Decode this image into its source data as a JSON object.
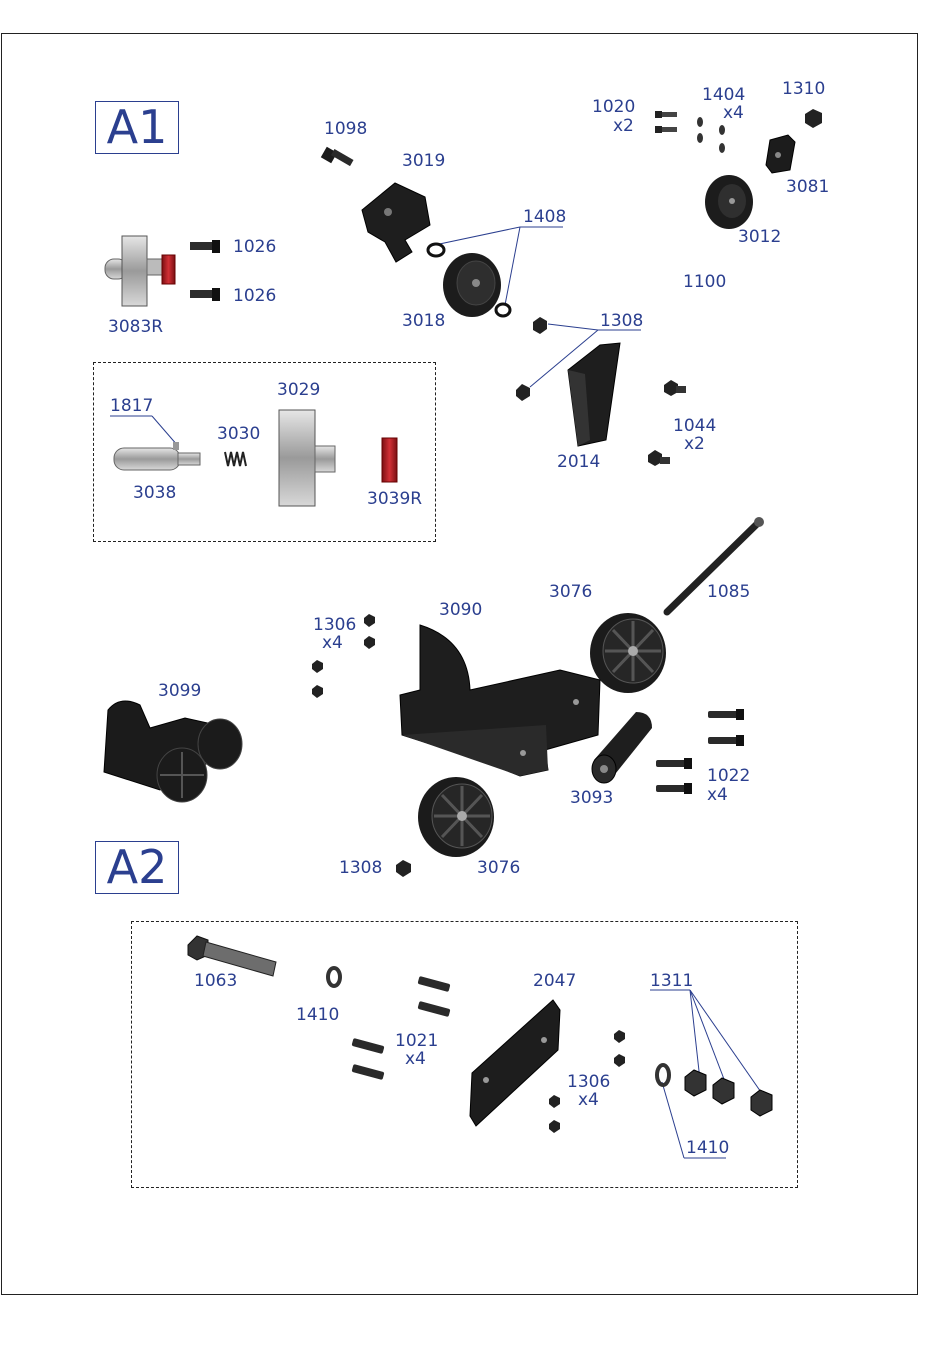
{
  "sections": {
    "a1": "A1",
    "a2": "A2"
  },
  "parts_a1": {
    "p1098": "1098",
    "p3019": "3019",
    "p1408": "1408",
    "p1020": "1020",
    "p1020_qty": "x2",
    "p1404": "1404",
    "p1404_qty": "x4",
    "p1310": "1310",
    "p3081": "3081",
    "p3012": "3012",
    "p1100": "1100",
    "p1026_a": "1026",
    "p1026_b": "1026",
    "p3083r": "3083R",
    "p3018": "3018",
    "p1308": "1308",
    "p2014": "2014",
    "p1044": "1044",
    "p1044_qty": "x2",
    "p1817": "1817",
    "p3029": "3029",
    "p3030": "3030",
    "p3038": "3038",
    "p3039r": "3039R",
    "p3076_top": "3076",
    "p1085": "1085",
    "p3090": "3090",
    "p1306": "1306",
    "p1306_qty": "x4",
    "p3099": "3099",
    "p3093": "3093",
    "p1022": "1022",
    "p1022_qty": "x4",
    "p1308_b": "1308",
    "p3076_bot": "3076"
  },
  "parts_a2": {
    "p1063": "1063",
    "p1410_a": "1410",
    "p1021": "1021",
    "p1021_qty": "x4",
    "p2047": "2047",
    "p1311": "1311",
    "p1306": "1306",
    "p1306_qty": "x4",
    "p1410_b": "1410"
  },
  "colors": {
    "label": "#2b3f8f",
    "part": "#1b1b1b",
    "steel": "#b9b9b9",
    "red": "#b52025"
  }
}
